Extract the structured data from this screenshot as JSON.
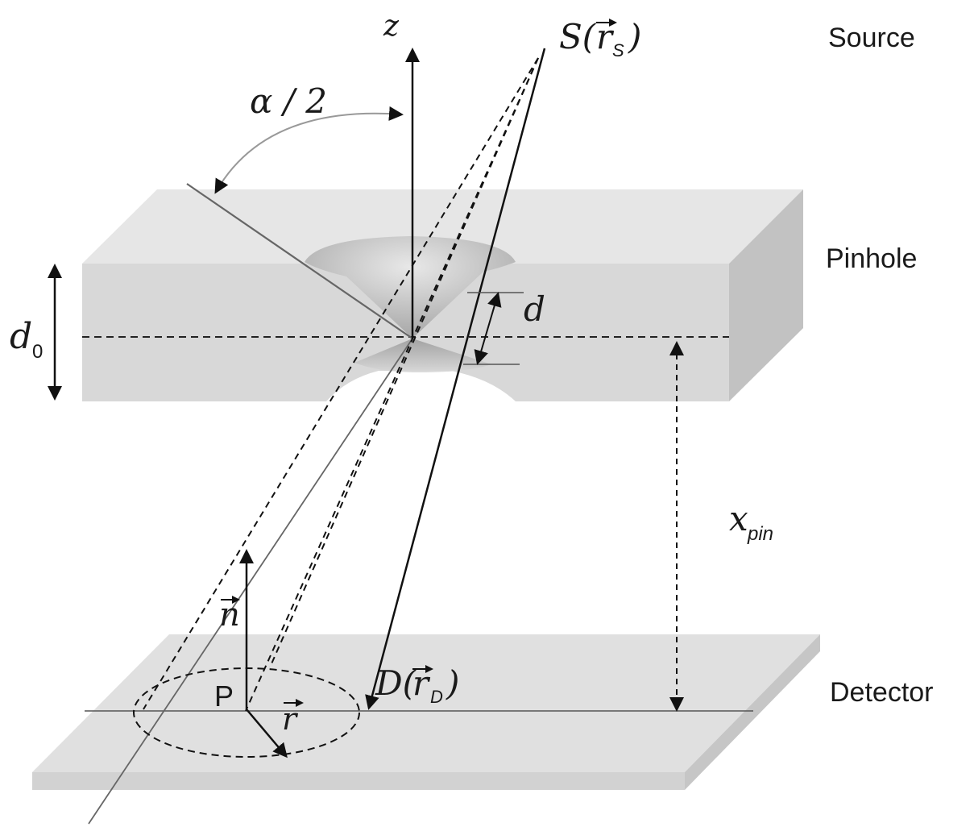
{
  "labels": {
    "source": "Source",
    "pinhole": "Pinhole",
    "detector": "Detector"
  },
  "symbols": {
    "z_axis": "z",
    "half_angle": "α / 2",
    "d": "d",
    "d0_main": "d",
    "d0_sub": "0",
    "x_pin_main": "x",
    "x_pin_sub": "pin",
    "n_vec": "n",
    "r_vec": "r",
    "point_p": "P",
    "source_point": {
      "prefix": "S(",
      "vec": "r",
      "sub": "S",
      "suffix": ")"
    },
    "detector_point": {
      "prefix": "D(",
      "vec": "r",
      "sub": "D",
      "suffix": ")"
    }
  },
  "colors": {
    "line": "#111111",
    "slab_front": "#dcdcdc",
    "slab_top": "#e6e6e6",
    "slab_side": "#c4c4c4",
    "cone": "#a8a8a8",
    "arc": "#9a9a9a"
  }
}
